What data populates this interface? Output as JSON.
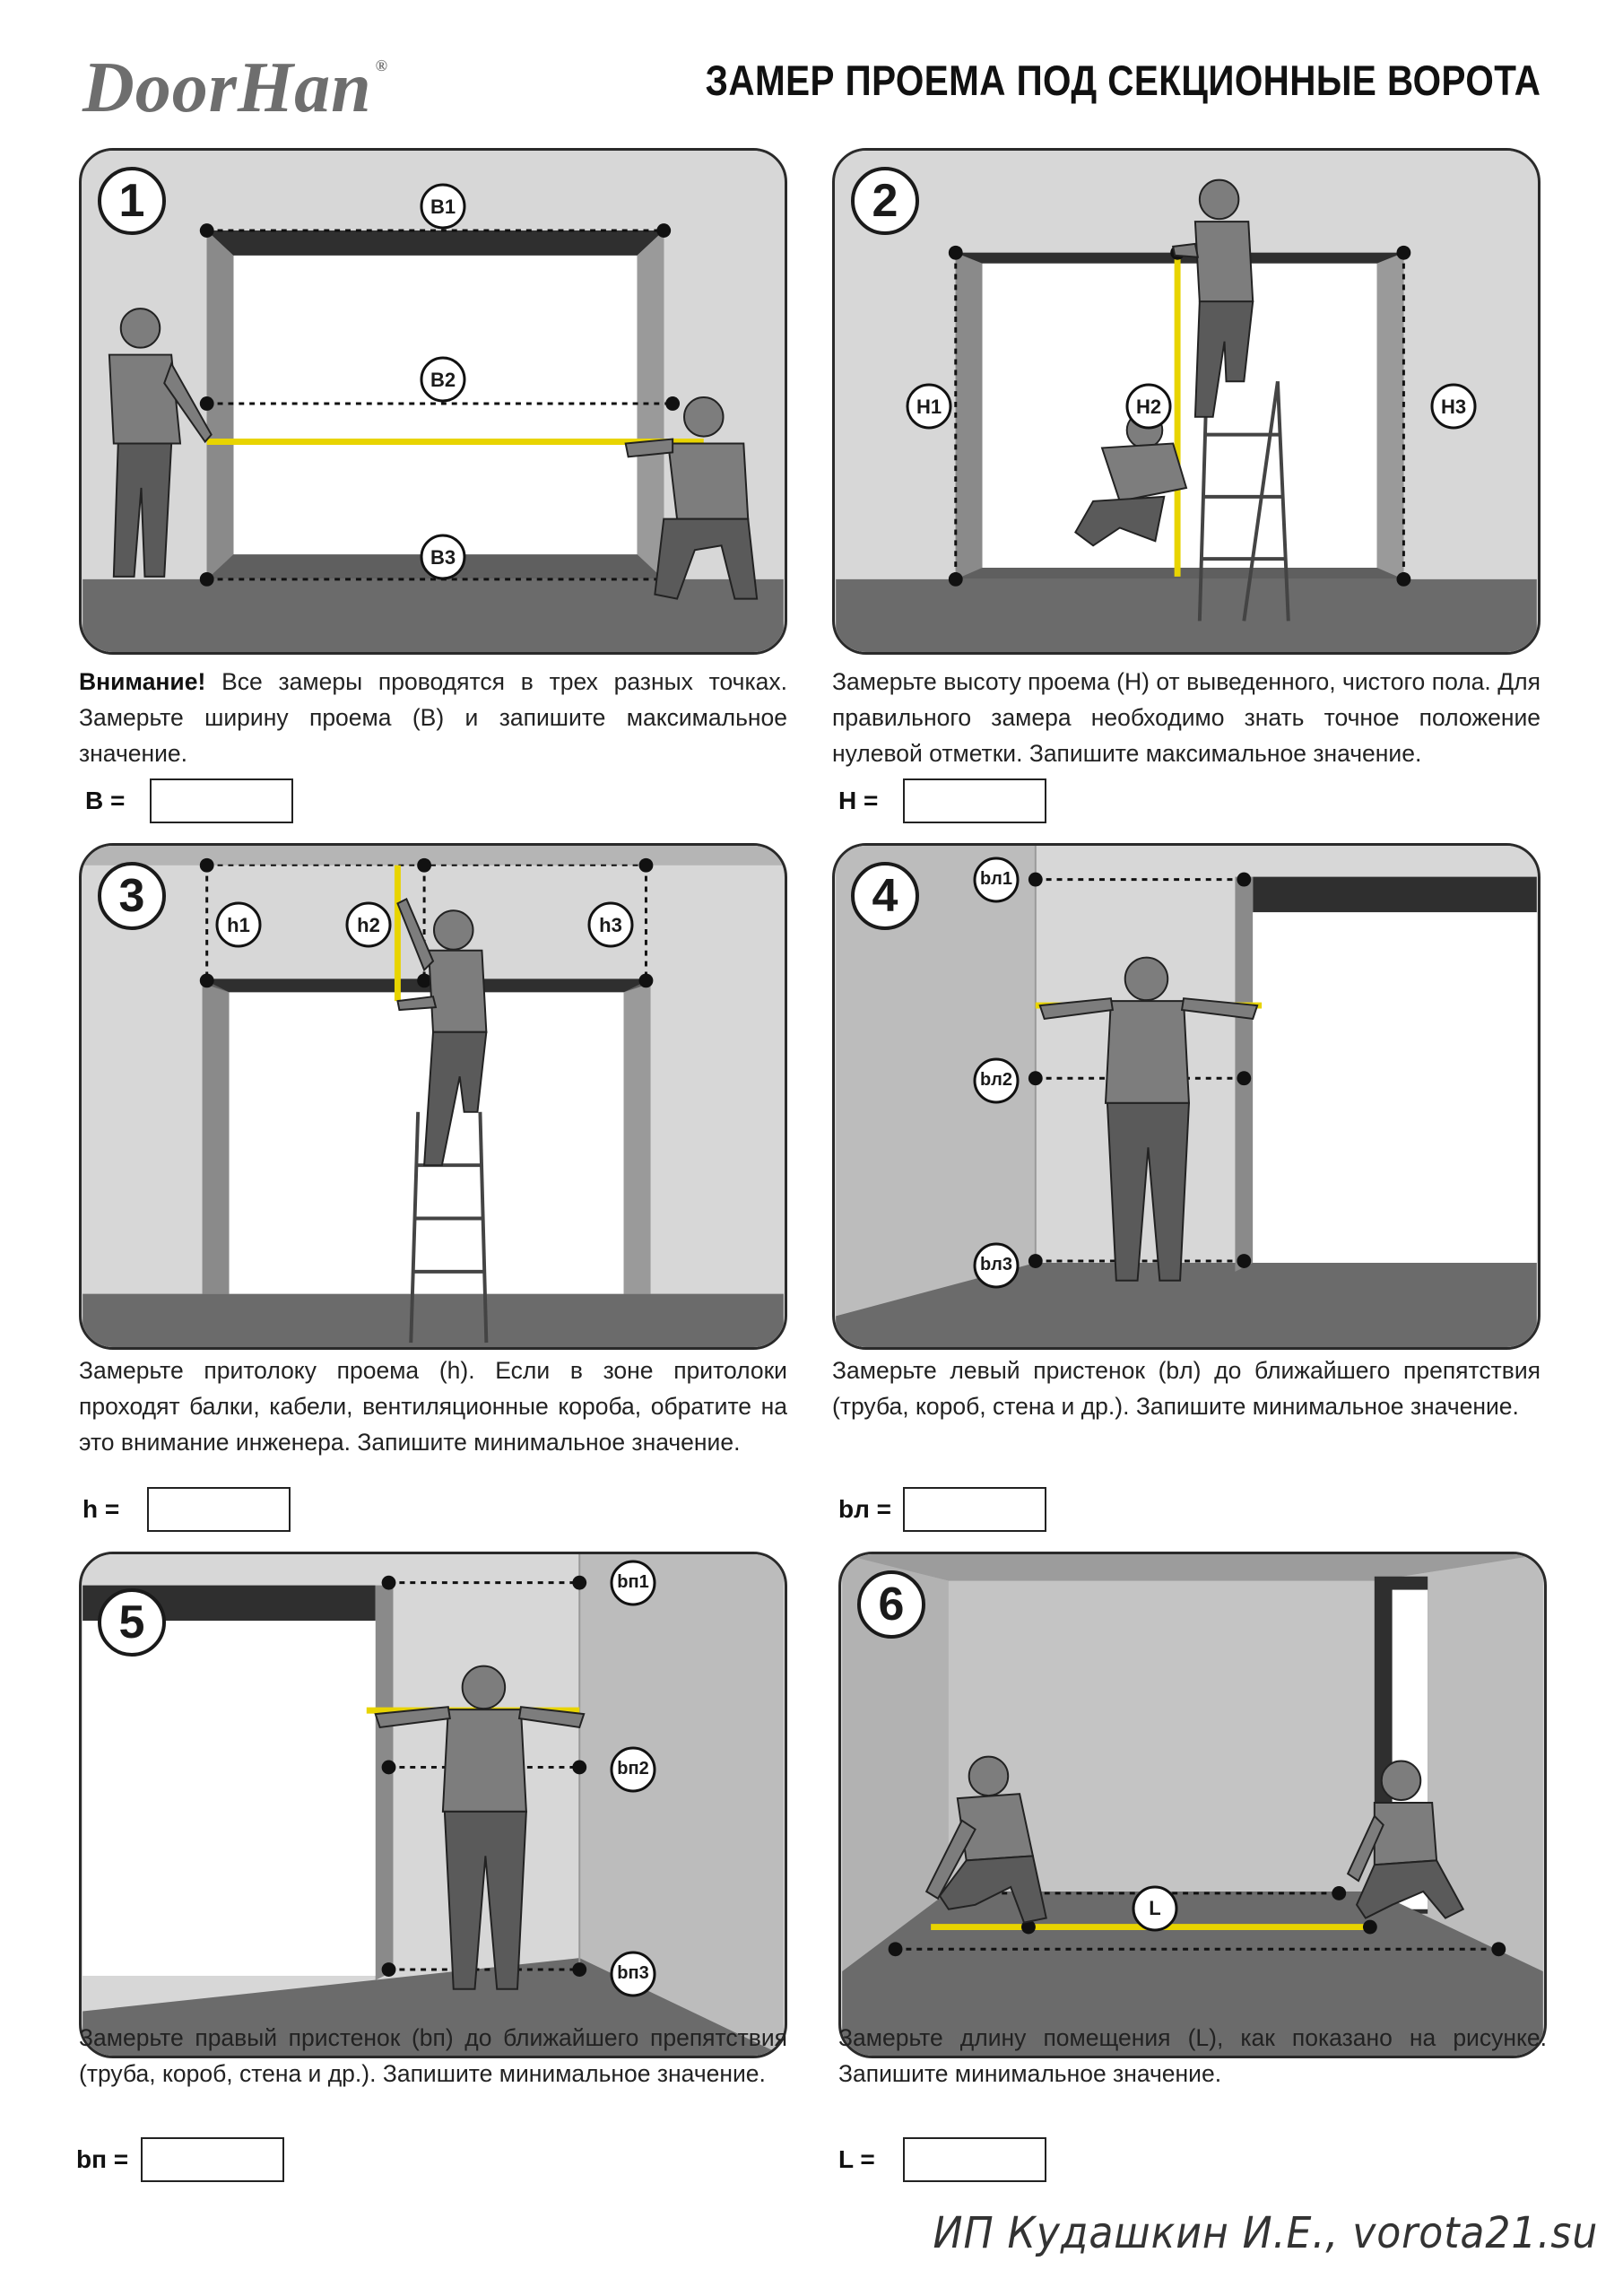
{
  "header": {
    "brand": "DoorHan",
    "registered_mark": "®",
    "title": "ЗАМЕР ПРОЕМА ПОД СЕКЦИОННЫЕ ВОРОТА"
  },
  "steps": [
    {
      "number": "1",
      "labels": [
        "B1",
        "B2",
        "B3"
      ],
      "caption_bold": "Внимание!",
      "caption": " Все замеры проводятся в трех разных точках. Замерьте ширину проема (B) и запишите максимальное значение.",
      "field_label": "B ="
    },
    {
      "number": "2",
      "labels": [
        "H1",
        "H2",
        "H3"
      ],
      "caption": "Замерьте высоту проема (H) от выведенного, чистого пола. Для правильного замера необходимо знать точное положение нулевой отметки. Запишите максимальное значение.",
      "field_label": "H ="
    },
    {
      "number": "3",
      "labels": [
        "h1",
        "h2",
        "h3"
      ],
      "caption": "Замерьте притолоку проема (h). Если в зоне притолоки проходят балки, кабели, вентиляционные короба, обратите на это внимание инженера. Запишите минимальное значение.",
      "field_label": "h ="
    },
    {
      "number": "4",
      "labels": [
        "bл1",
        "bл2",
        "bл3"
      ],
      "caption": "Замерьте левый пристенок (bл) до ближайшего препятствия (труба, короб, стена и др.). Запишите минимальное значение.",
      "field_label": "bл ="
    },
    {
      "number": "5",
      "labels": [
        "bп1",
        "bп2",
        "bп3"
      ],
      "caption": "Замерьте правый пристенок (bп) до ближайшего препятствия (труба, короб, стена и др.). Запишите минимальное значение.",
      "field_label": "bп ="
    },
    {
      "number": "6",
      "labels": [
        "L"
      ],
      "caption": "Замерьте длину помещения (L), как показано на рисунке. Запишите минимальное значение.",
      "field_label": "L ="
    }
  ],
  "footer": {
    "signature": "ИП Кудашкин И.Е., vorota21.su"
  },
  "colors": {
    "tape": "#e8d400",
    "wall": "#d7d7d7",
    "floor": "#6b6b6b",
    "opening": "#ffffff",
    "person": "#7d7d7d"
  }
}
